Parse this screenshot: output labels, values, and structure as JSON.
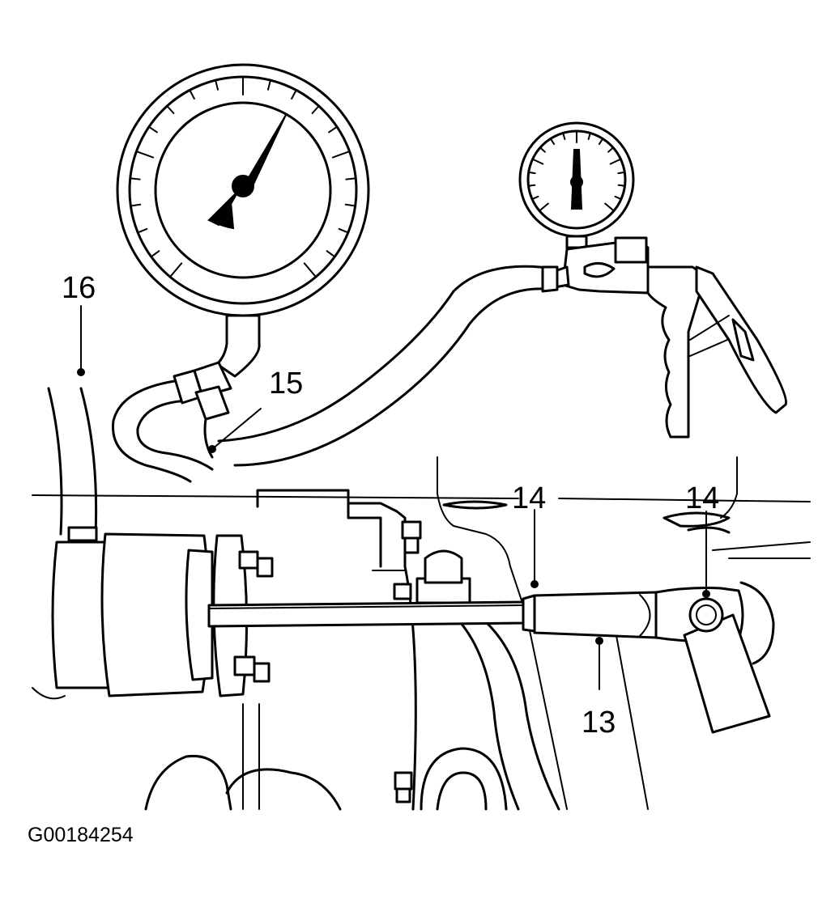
{
  "figure_id": "G00184254",
  "callouts": [
    {
      "id": "label-16",
      "text": "16"
    },
    {
      "id": "label-15",
      "text": "15"
    },
    {
      "id": "label-14a",
      "text": "14"
    },
    {
      "id": "label-14b",
      "text": "14"
    },
    {
      "id": "label-13",
      "text": "13"
    }
  ]
}
